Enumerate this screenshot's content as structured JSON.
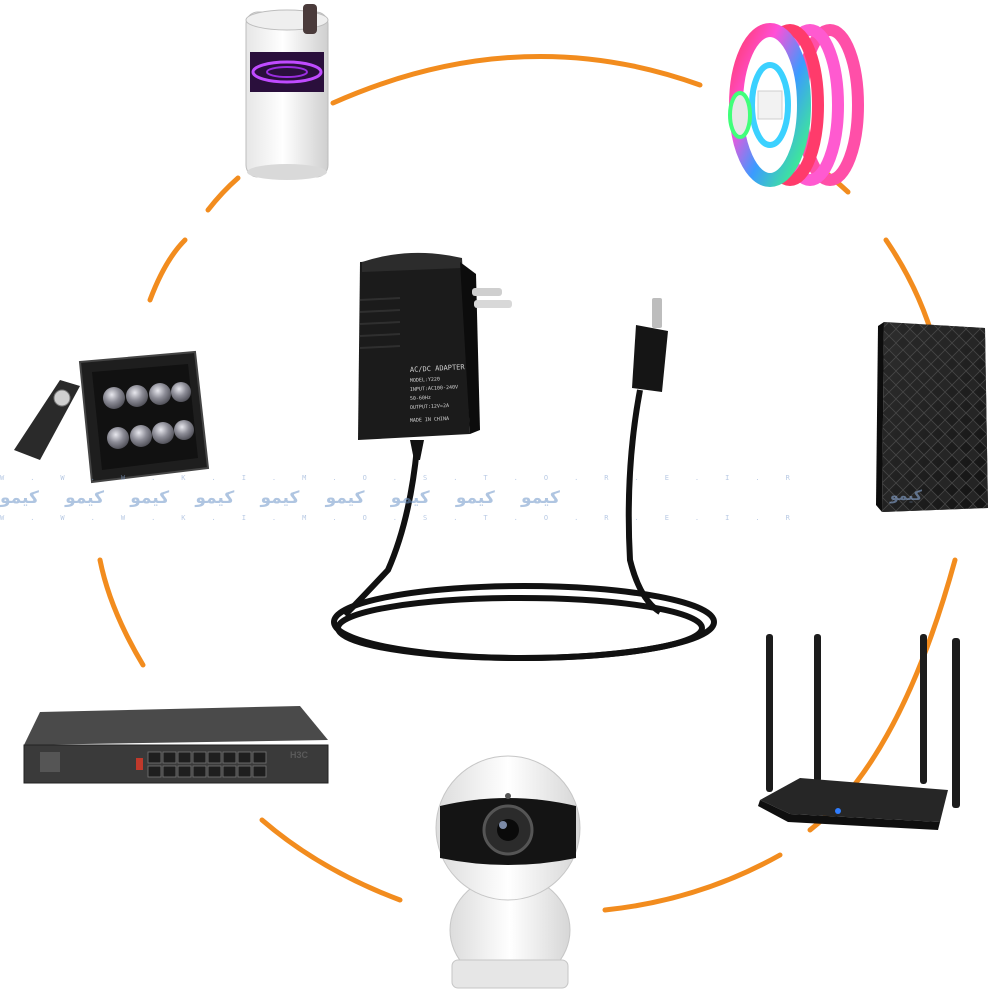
{
  "adapter": {
    "label_lines": [
      "AC/DC ADAPTER",
      "MODEL:Y220",
      "INPUT:AC100-240V",
      "50-60Hz",
      "OUTPUT:12V=2A",
      "MADE IN CHINA"
    ]
  },
  "switch_brand": "H3C",
  "watermark": {
    "logo_word": "کیمو",
    "dot_text": "W.W.W.K.I.M.O.S.T.O.R.E.I.R"
  },
  "colors": {
    "ring": "#f28c1e",
    "background": "#ffffff",
    "device_dark": "#1b1b1b"
  },
  "devices": [
    "uv-lamp-icon",
    "led-strip-icon",
    "hard-drive-icon",
    "wifi-router-icon",
    "security-camera-icon",
    "network-switch-icon",
    "ir-floodlight-icon",
    "power-adapter-icon"
  ]
}
